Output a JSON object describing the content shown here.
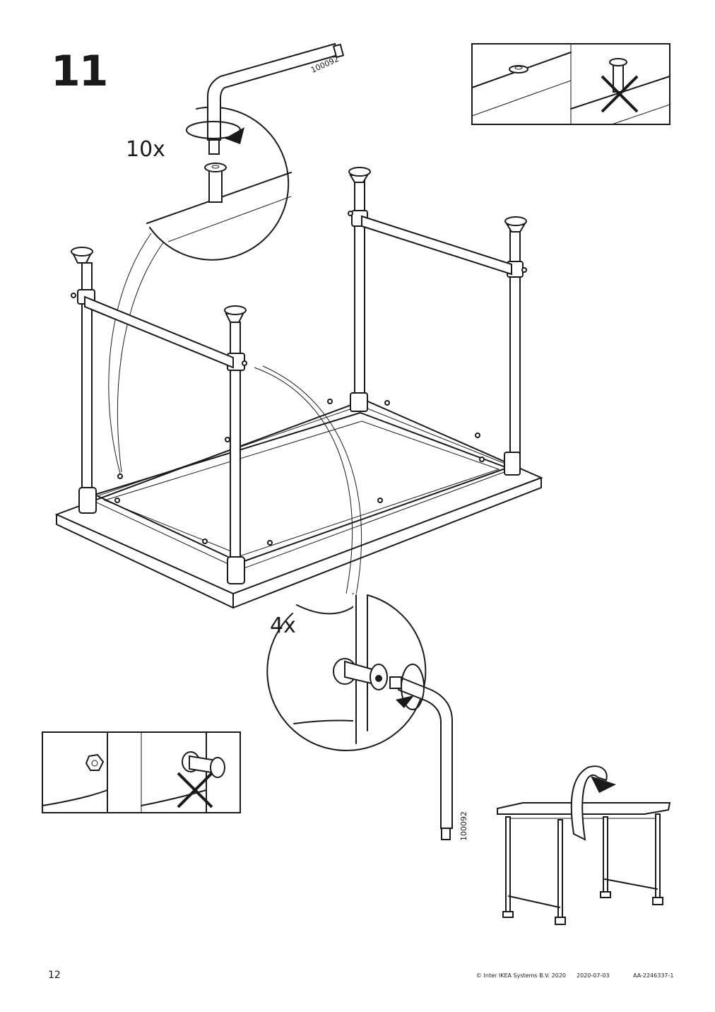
{
  "step": {
    "number": "11"
  },
  "callouts": {
    "top_count": "10x",
    "bottom_count": "4x"
  },
  "part_numbers": {
    "top_key": "100092",
    "bottom_key": "100092"
  },
  "footer": {
    "page_number": "12",
    "copyright": "© Inter IKEA Systems B.V. 2020",
    "date": "2020-07-03",
    "doc_id": "AA-2246337-1"
  },
  "icons": [
    "allen-key-icon",
    "rotate-arrow-icon",
    "cross-mark-icon",
    "flip-arrow-icon"
  ]
}
